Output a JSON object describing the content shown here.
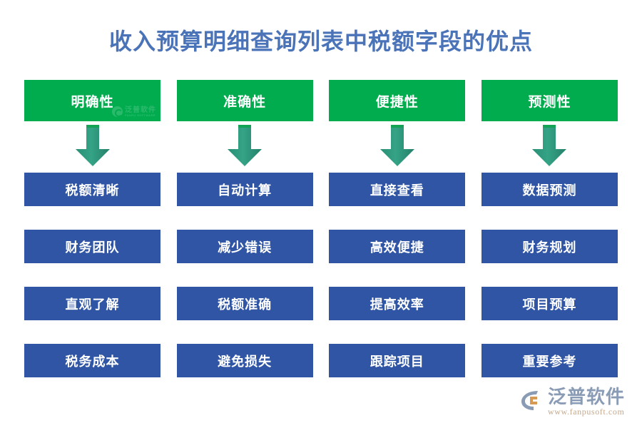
{
  "page": {
    "title": "收入预算明细查询列表中税额字段的优点",
    "background": "#ffffff"
  },
  "colors": {
    "title": "#4a73b8",
    "header_green": "#00ac4e",
    "arrow_teal": "#2e9e7e",
    "box_blue": "#2f55a4",
    "brand_text": "#8a9bb5",
    "brand_url": "#c4a98d"
  },
  "columns": [
    {
      "header": "明确性",
      "arrow": "down-arrow-icon",
      "items": [
        "税额清晰",
        "财务团队",
        "直观了解",
        "税务成本"
      ]
    },
    {
      "header": "准确性",
      "arrow": "down-arrow-icon",
      "items": [
        "自动计算",
        "减少错误",
        "税额准确",
        "避免损失"
      ]
    },
    {
      "header": "便捷性",
      "arrow": "down-arrow-icon",
      "items": [
        "直接查看",
        "高效便捷",
        "提高效率",
        "跟踪项目"
      ]
    },
    {
      "header": "预测性",
      "arrow": "down-arrow-icon",
      "items": [
        "数据预测",
        "财务规划",
        "项目预算",
        "重要参考"
      ]
    }
  ],
  "watermark": {
    "name": "泛普软件",
    "url": "FANPU SOFTWARE"
  },
  "brand": {
    "name": "泛普软件",
    "url": "www.fanpusoft.com"
  }
}
